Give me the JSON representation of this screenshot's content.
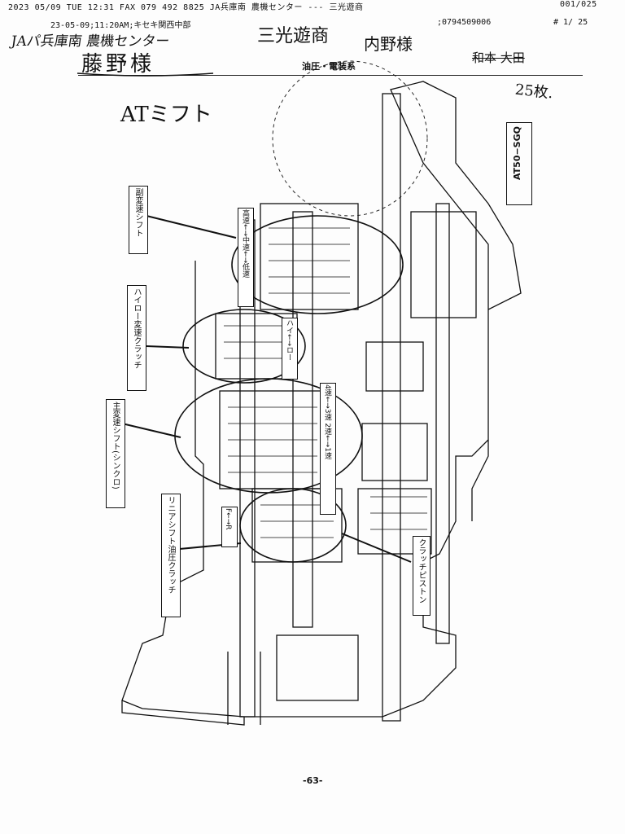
{
  "fax_header": {
    "line1_left": "2023 05/09 TUE 12:31  FAX 079 492 8825 JA兵庫南 農機センター --- 三光遊商",
    "line1_right": "001/025",
    "line2_left": "23-05-09;11:20AM;キセキ関西中部",
    "line2_mid": ";0794509006",
    "line2_right": "#  1/ 25"
  },
  "handwriting": {
    "top_left": "JAパ兵庫南 農機センター",
    "top_center": "三光遊商",
    "top_center2": "内野様",
    "name_box": "藤野様",
    "right_struck": "和本 大田",
    "sheet_count": "25枚.",
    "title": "ATミフト"
  },
  "section_label": "油圧・電装系",
  "model_label": "AT50−SGQ",
  "callouts": [
    "副変速シフト",
    "ハイロー変速クラッチ",
    "主変速シフト(シンクロ)",
    "リニアシフト油圧クラッチ",
    "クラッチピストン"
  ],
  "inner_labels": {
    "sub_shift": "高速←→中速←→低速",
    "hilo": "ハイ←→ロー",
    "main_shift": "4速←→3速 2速←→1速",
    "fr": "F←→R"
  },
  "page_number": "-63-"
}
